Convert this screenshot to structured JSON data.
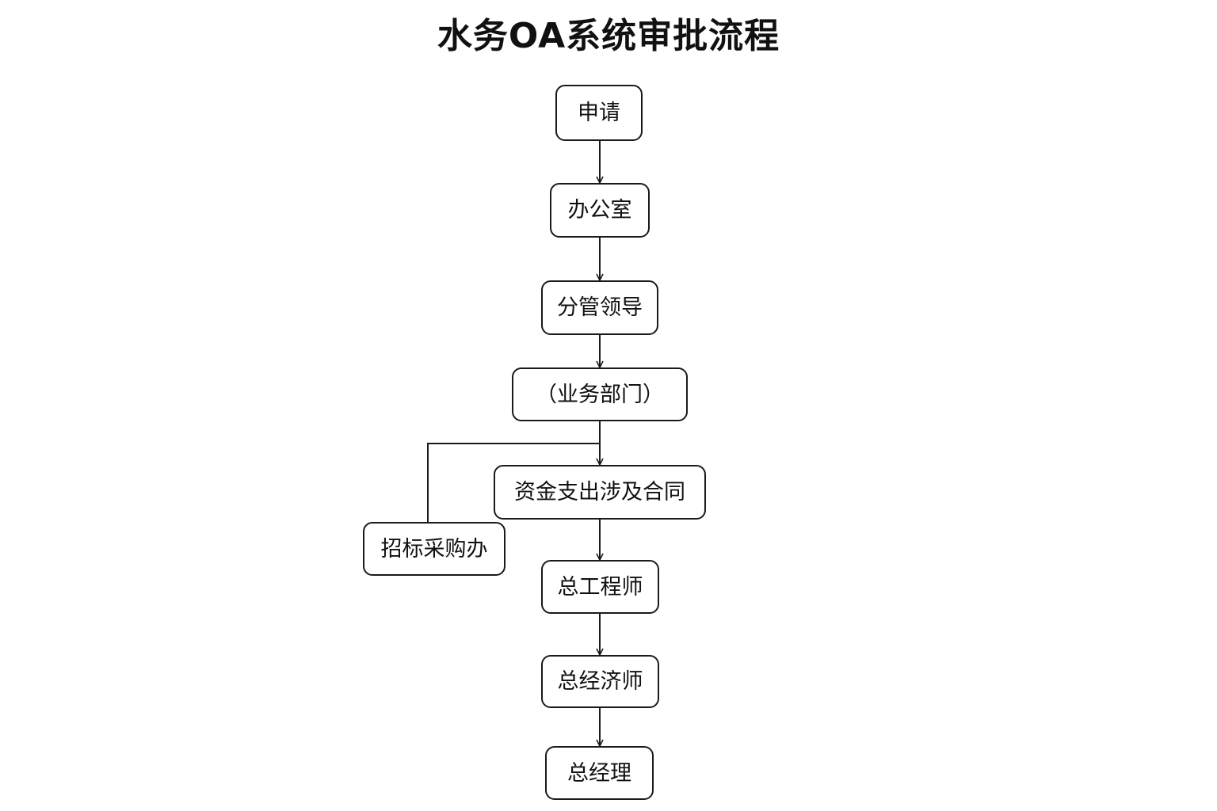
{
  "title": "水务OA系统审批流程",
  "nodes": {
    "apply": "申请",
    "office": "办公室",
    "leader": "分管领导",
    "dept": "（业务部门）",
    "contract": "资金支出涉及合同",
    "procurement": "招标采购办",
    "chief_engineer": "总工程师",
    "chief_economist": "总经济师",
    "gm": "总经理"
  }
}
